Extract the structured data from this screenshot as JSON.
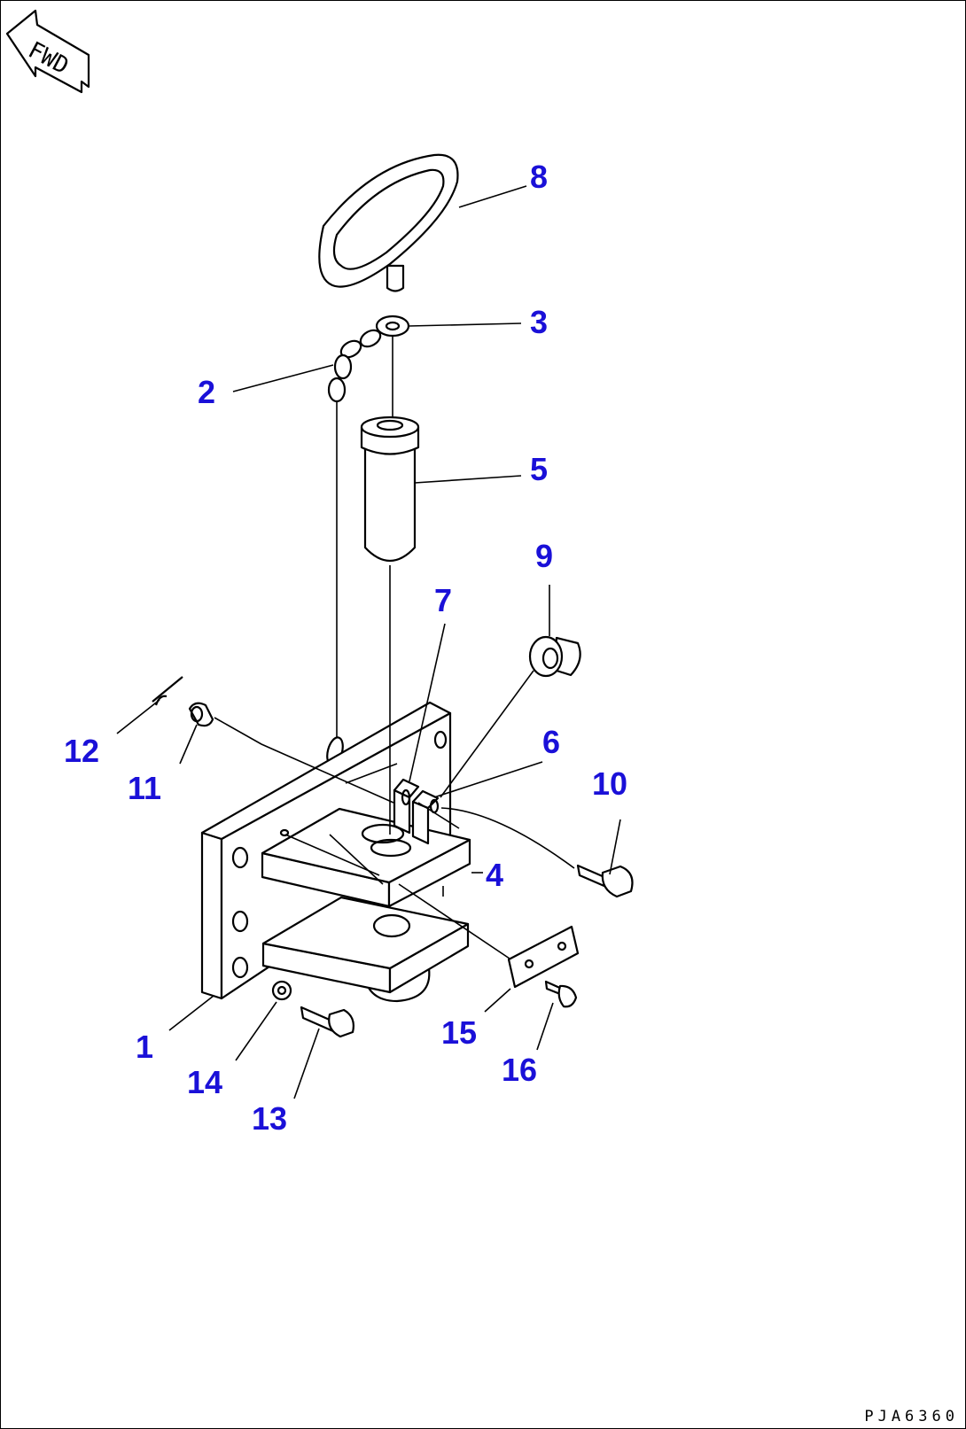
{
  "direction_indicator": {
    "label": "FWD"
  },
  "drawing_code": "PJA6360",
  "colors": {
    "callout": "#1a10d8",
    "lines": "#000000",
    "background": "#ffffff"
  },
  "callouts": [
    {
      "id": "1",
      "label": "1"
    },
    {
      "id": "2",
      "label": "2"
    },
    {
      "id": "3",
      "label": "3"
    },
    {
      "id": "4",
      "label": "4"
    },
    {
      "id": "5",
      "label": "5"
    },
    {
      "id": "6",
      "label": "6"
    },
    {
      "id": "7",
      "label": "7"
    },
    {
      "id": "8",
      "label": "8"
    },
    {
      "id": "9",
      "label": "9"
    },
    {
      "id": "10",
      "label": "10"
    },
    {
      "id": "11",
      "label": "11"
    },
    {
      "id": "12",
      "label": "12"
    },
    {
      "id": "13",
      "label": "13"
    },
    {
      "id": "14",
      "label": "14"
    },
    {
      "id": "15",
      "label": "15"
    },
    {
      "id": "16",
      "label": "16"
    }
  ]
}
